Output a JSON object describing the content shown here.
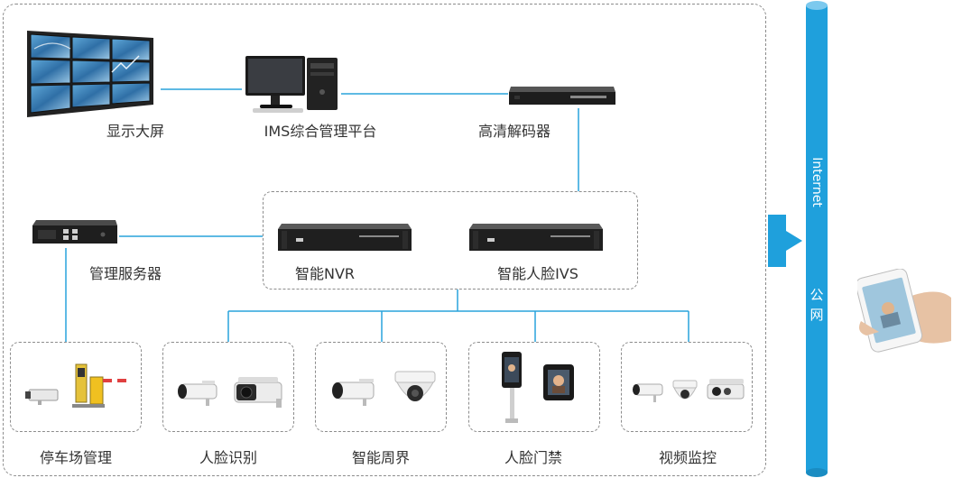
{
  "nodes": {
    "video_wall": "显示大屏",
    "ims_platform": "IMS综合管理平台",
    "hd_decoder": "高清解码器",
    "mgmt_server": "管理服务器",
    "smart_nvr": "智能NVR",
    "face_ivs": "智能人脸IVS"
  },
  "subsystems": [
    {
      "label": "停车场管理"
    },
    {
      "label": "人脸识别"
    },
    {
      "label": "智能周界"
    },
    {
      "label": "人脸门禁"
    },
    {
      "label": "视频监控"
    }
  ],
  "internet": {
    "en": "Internet",
    "zh_1": "公",
    "zh_2": "网"
  },
  "colors": {
    "wire": "#29a3dc",
    "pipe": "#1fa0dc",
    "dash": "#8c8c8c"
  }
}
